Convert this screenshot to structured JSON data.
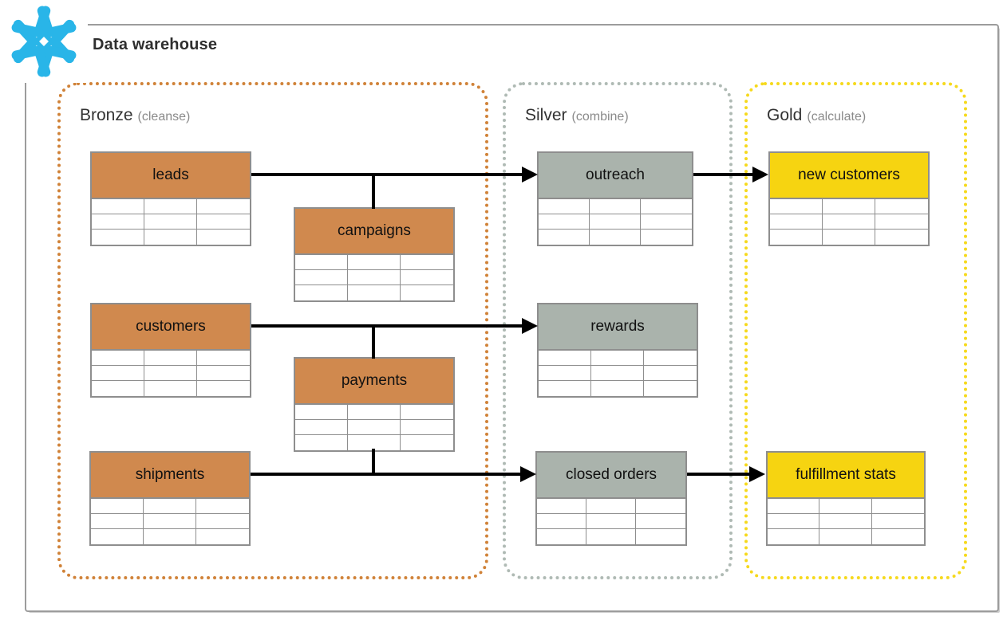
{
  "header": {
    "title": "Data warehouse",
    "logo": "snowflake-logo"
  },
  "colors": {
    "snowflake_blue": "#29B5E8",
    "bronze_fill": "#D0894E",
    "bronze_border": "#D08238",
    "silver_fill": "#AAB3AC",
    "silver_border": "#AFBAB4",
    "gold_fill": "#F6D411",
    "gold_border": "#F6D91C",
    "table_border": "#8E8E8E",
    "arrow": "#000000",
    "frame_border": "#9C9C9C",
    "title_text": "#2E2E2E",
    "section_title_text": "#333333",
    "section_subtitle_text": "#8A8A8A"
  },
  "sections": {
    "bronze": {
      "title": "Bronze",
      "subtitle": "(cleanse)"
    },
    "silver": {
      "title": "Silver",
      "subtitle": "(combine)"
    },
    "gold": {
      "title": "Gold",
      "subtitle": "(calculate)"
    }
  },
  "tables": {
    "leads": {
      "label": "leads",
      "tier": "bronze",
      "rows": 3,
      "cols": 3
    },
    "campaigns": {
      "label": "campaigns",
      "tier": "bronze",
      "rows": 3,
      "cols": 3
    },
    "customers": {
      "label": "customers",
      "tier": "bronze",
      "rows": 3,
      "cols": 3
    },
    "payments": {
      "label": "payments",
      "tier": "bronze",
      "rows": 3,
      "cols": 3
    },
    "shipments": {
      "label": "shipments",
      "tier": "bronze",
      "rows": 3,
      "cols": 3
    },
    "outreach": {
      "label": "outreach",
      "tier": "silver",
      "rows": 3,
      "cols": 3
    },
    "rewards": {
      "label": "rewards",
      "tier": "silver",
      "rows": 3,
      "cols": 3
    },
    "closed_orders": {
      "label": "closed orders",
      "tier": "silver",
      "rows": 3,
      "cols": 3
    },
    "new_customers": {
      "label": "new customers",
      "tier": "gold",
      "rows": 3,
      "cols": 3
    },
    "fulfillment_stats": {
      "label": "fulfillment stats",
      "tier": "gold",
      "rows": 3,
      "cols": 3
    }
  },
  "edges": [
    {
      "from": "leads",
      "to": "outreach"
    },
    {
      "from": "campaigns",
      "to": "outreach"
    },
    {
      "from": "customers",
      "to": "rewards"
    },
    {
      "from": "payments",
      "to": "rewards"
    },
    {
      "from": "payments",
      "to": "closed_orders"
    },
    {
      "from": "shipments",
      "to": "closed_orders"
    },
    {
      "from": "outreach",
      "to": "new_customers"
    },
    {
      "from": "closed_orders",
      "to": "fulfillment_stats"
    }
  ]
}
